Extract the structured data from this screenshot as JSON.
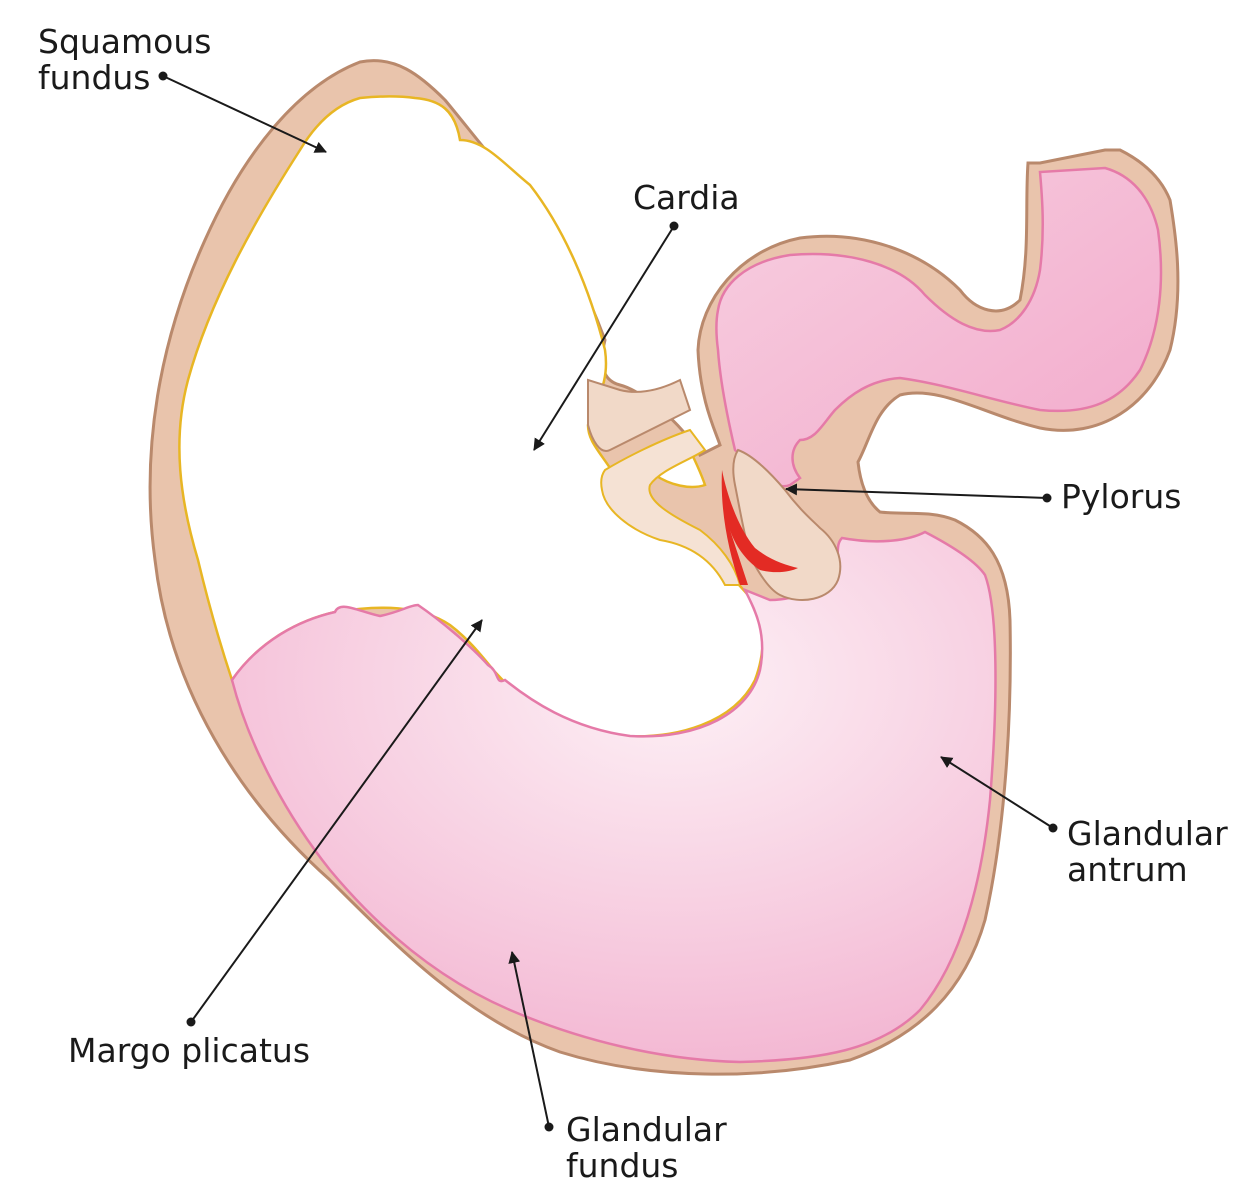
{
  "diagram": {
    "colors": {
      "wall": "#e9c4ac",
      "wall_stroke": "#b9896c",
      "squamous_line": "#e8b624",
      "glandular_fill": "#f4b9d3",
      "glandular_stroke": "#e57aa8",
      "pyloric_vessel": "#e32b24",
      "leader": "#1a1a1a"
    },
    "labels": {
      "squamous_fundus": [
        "Squamous",
        "fundus"
      ],
      "cardia": "Cardia",
      "pylorus": "Pylorus",
      "glandular_antrum": [
        "Glandular",
        "antrum"
      ],
      "margo_plicatus": "Margo plicatus",
      "glandular_fundus": [
        "Glandular",
        "fundus"
      ]
    }
  }
}
